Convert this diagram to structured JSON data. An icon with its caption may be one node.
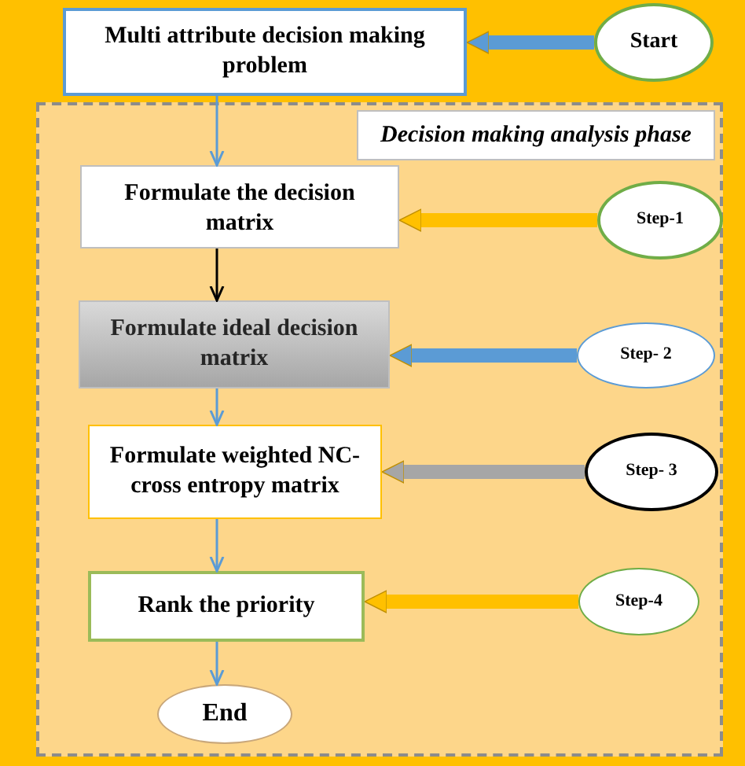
{
  "diagram": {
    "nodes": [
      {
        "text": [
          "Multi attribute decision making problem"
        ]
      },
      {
        "text": [
          "Start"
        ]
      },
      {
        "text": [],
        "shape": "box"
      },
      {
        "text": [
          "Decision making analysis phase"
        ],
        "in": 2
      },
      {
        "text": [
          "Formulate the decision matrix"
        ],
        "in": 2
      },
      {
        "text": [
          "Step-1"
        ],
        "in": 2
      },
      {
        "text": [
          "Formulate ideal decision matrix"
        ],
        "in": 2
      },
      {
        "text": [
          "Step- 2"
        ],
        "in": 2
      },
      {
        "text": [
          "Formulate weighted NC-cross entropy matrix"
        ],
        "in": 2
      },
      {
        "text": [
          "Step- 3"
        ],
        "in": 2
      },
      {
        "text": [
          "Rank the priority"
        ],
        "in": 2
      },
      {
        "text": [
          "Step-4"
        ],
        "in": 2
      },
      {
        "text": [
          "End"
        ],
        "in": 2
      }
    ],
    "edges": [
      {
        "from": 1,
        "to": 0,
        "arrow": "to",
        "style": "thick",
        "color": "#5b9bd5"
      },
      {
        "from": 0,
        "to": 4,
        "arrow": "to"
      },
      {
        "from": 5,
        "to": 4,
        "arrow": "to",
        "style": "thick",
        "color": "#ffc000"
      },
      {
        "from": 4,
        "to": 6,
        "arrow": "to",
        "color": "#000000"
      },
      {
        "from": 7,
        "to": 6,
        "arrow": "to",
        "style": "thick",
        "color": "#5b9bd5"
      },
      {
        "from": 6,
        "to": 8,
        "arrow": "to"
      },
      {
        "from": 9,
        "to": 8,
        "arrow": "to",
        "style": "thick",
        "color": "#a6a6a6"
      },
      {
        "from": 8,
        "to": 10,
        "arrow": "to"
      },
      {
        "from": 11,
        "to": 10,
        "arrow": "to",
        "style": "thick",
        "color": "#ffc000"
      },
      {
        "from": 10,
        "to": 12,
        "arrow": "to"
      }
    ]
  }
}
